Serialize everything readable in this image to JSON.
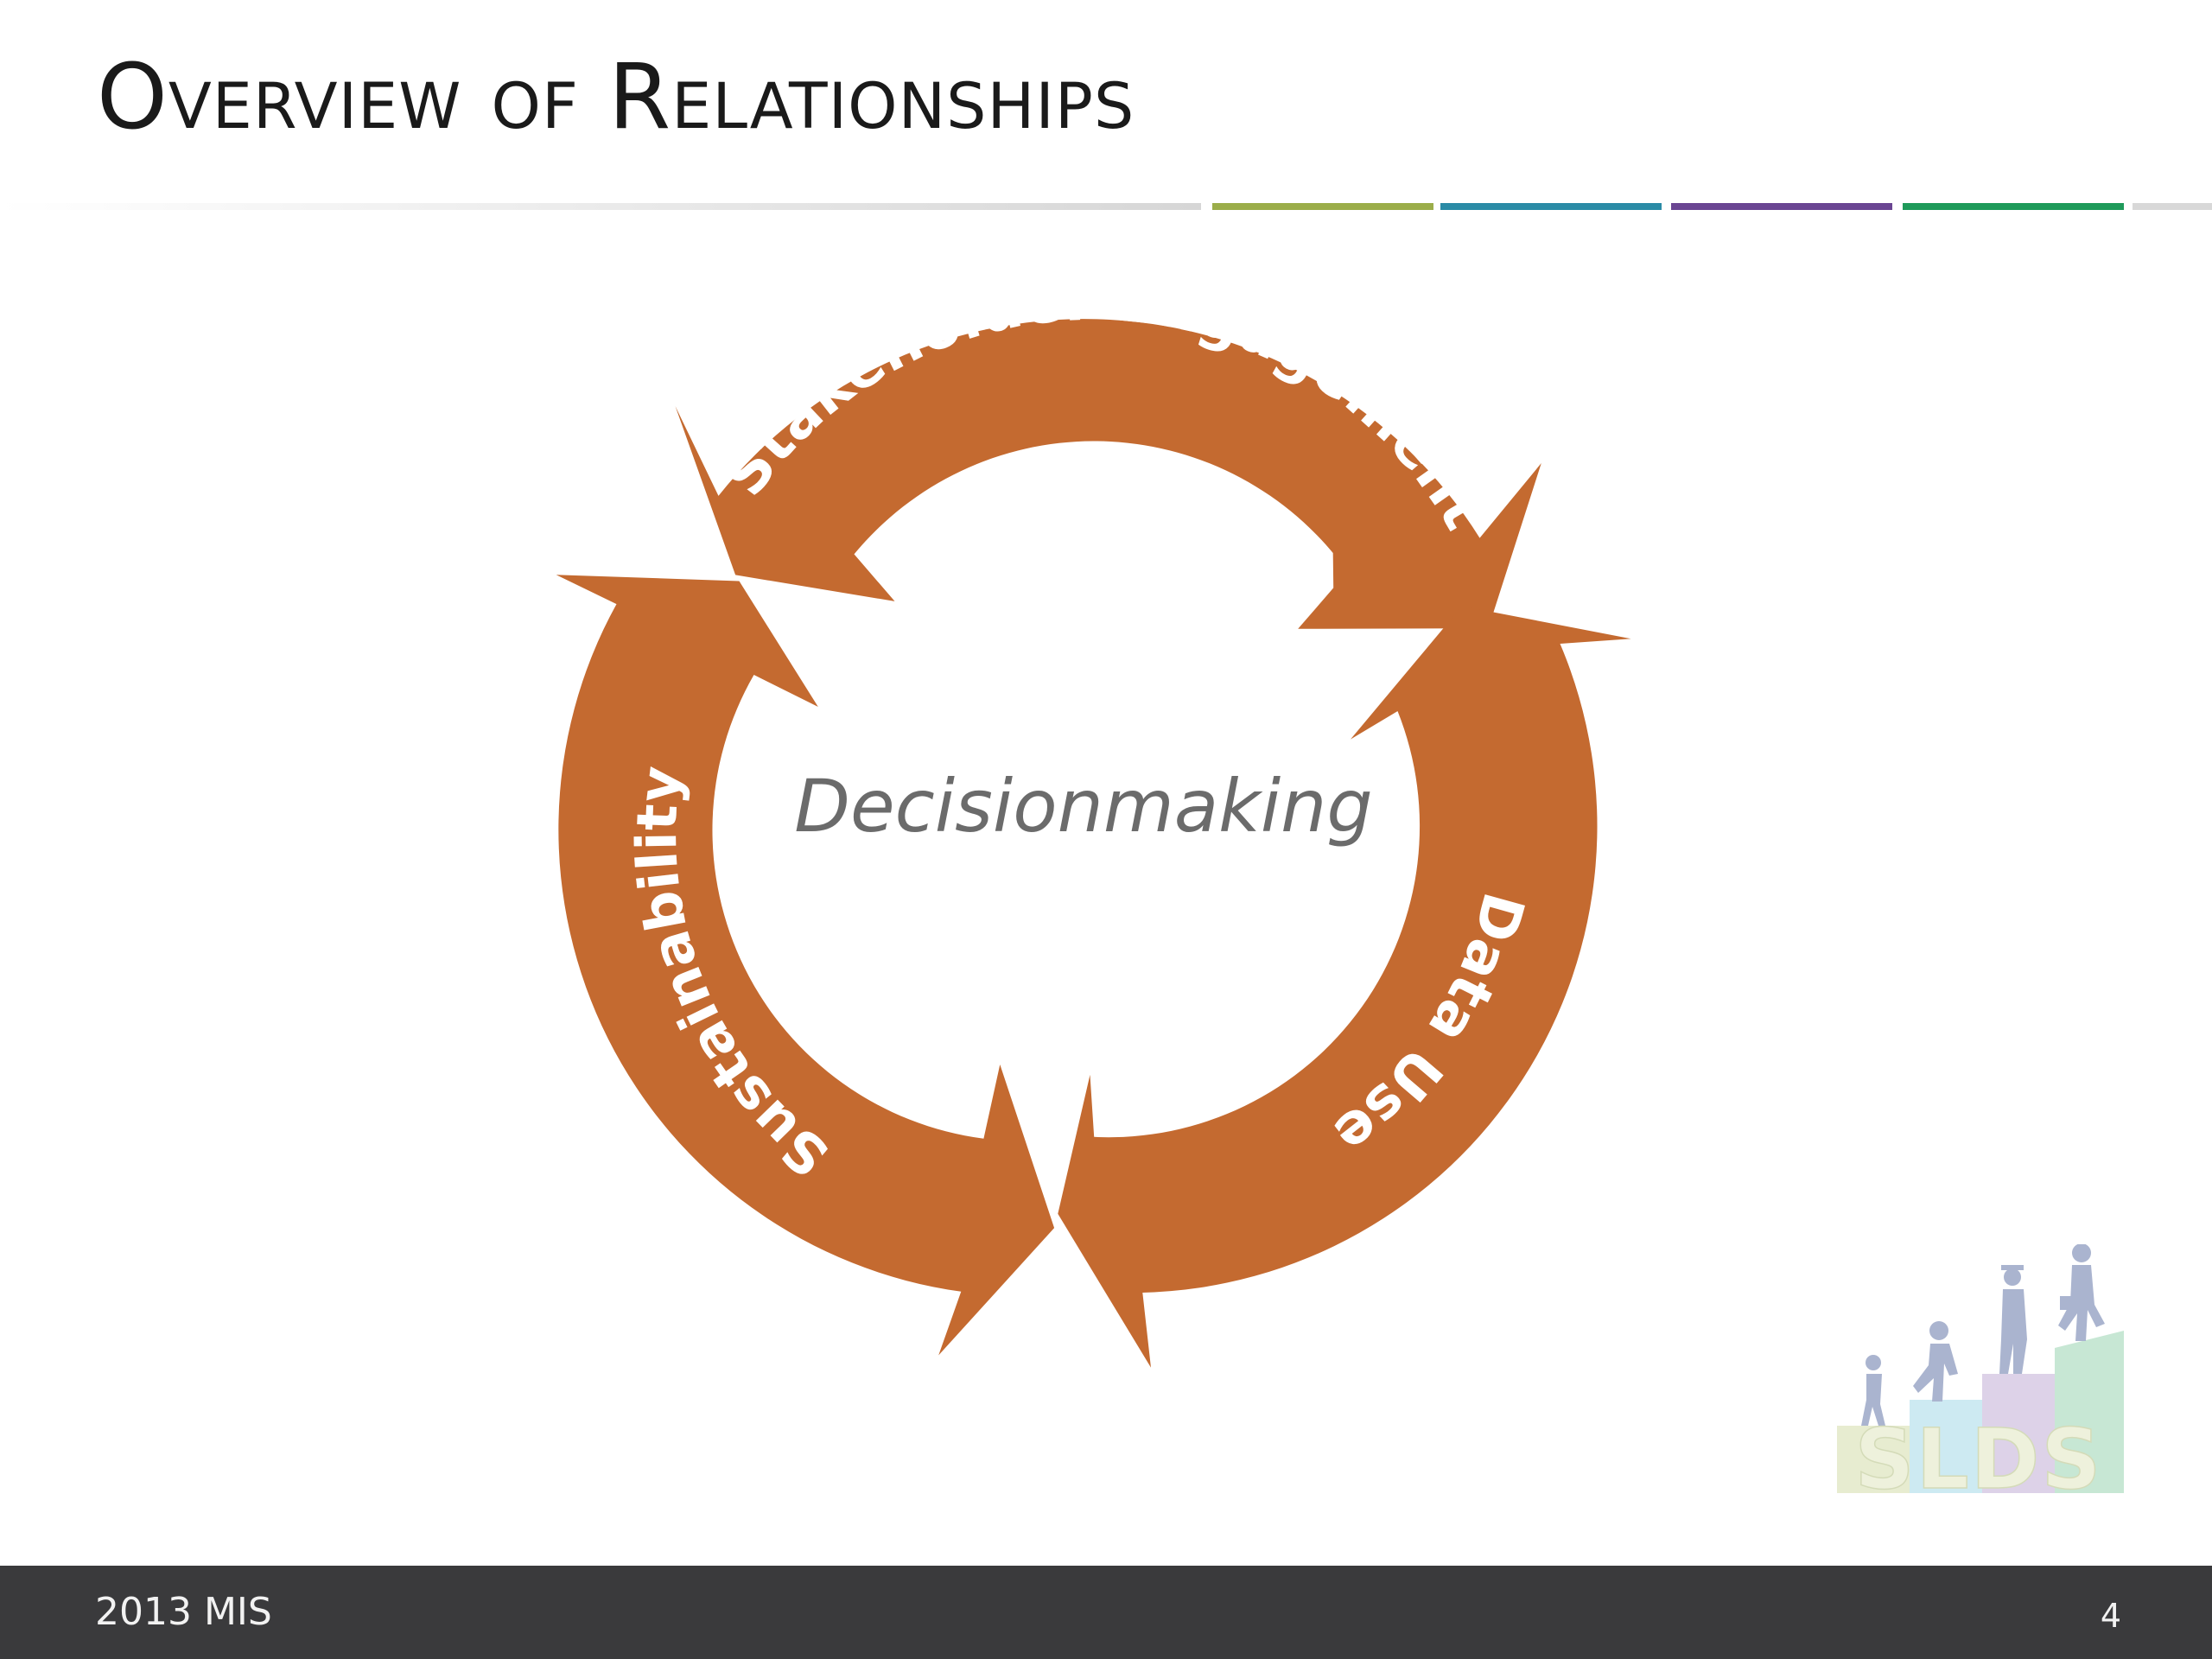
{
  "slide": {
    "title": "Overview of Relationships",
    "footer_left": "2013 MIS",
    "page_number": "4"
  },
  "divider": {
    "colors": [
      "#9bad4a",
      "#2a8ba6",
      "#6a4592",
      "#1f9a5a",
      "#d8d8d8"
    ]
  },
  "diagram": {
    "accent_color": "#c46a30",
    "center_label": "Decisionmaking",
    "arrows": [
      {
        "label": "Stakeholder Engagement"
      },
      {
        "label": "Data Use"
      },
      {
        "label": "Sustainability"
      }
    ]
  },
  "logo": {
    "text": "SLDS",
    "icon": "students-climbing-steps-logo"
  }
}
